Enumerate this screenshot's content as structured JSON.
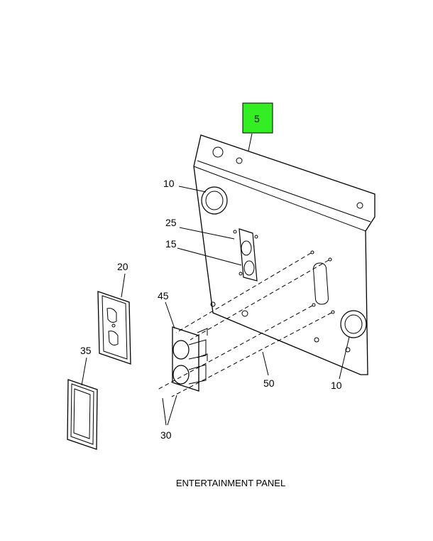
{
  "caption": "ENTERTAINMENT PANEL",
  "highlight_color": "#33ee22",
  "callouts": {
    "c5": "5",
    "c10a": "10",
    "c10b": "10",
    "c15": "15",
    "c20": "20",
    "c25": "25",
    "c30": "30",
    "c35": "35",
    "c45": "45",
    "c50": "50"
  }
}
